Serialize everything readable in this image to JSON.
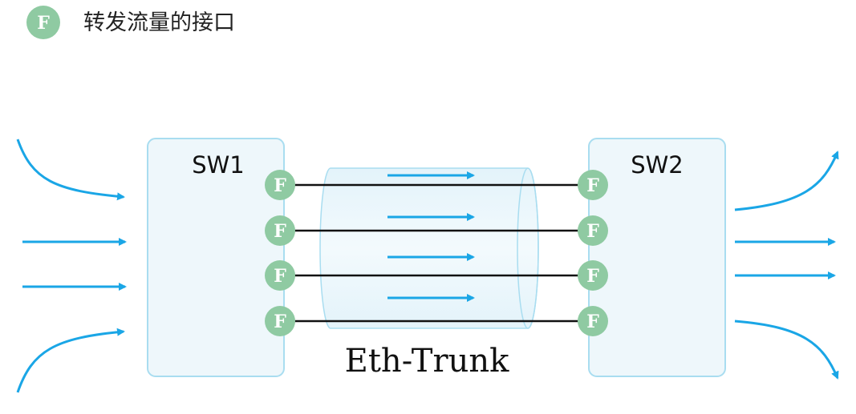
{
  "legend": {
    "badge": "F",
    "text": "转发流量的接口"
  },
  "switches": {
    "left": "SW1",
    "right": "SW2"
  },
  "trunk": {
    "label": "Eth-Trunk"
  },
  "port_label": "F",
  "colors": {
    "port": "#8fcaa2",
    "switch_fill": "#eef7fb",
    "switch_border": "#a9ddf0",
    "flow_arrow": "#1aa6e6",
    "link": "#111111"
  }
}
